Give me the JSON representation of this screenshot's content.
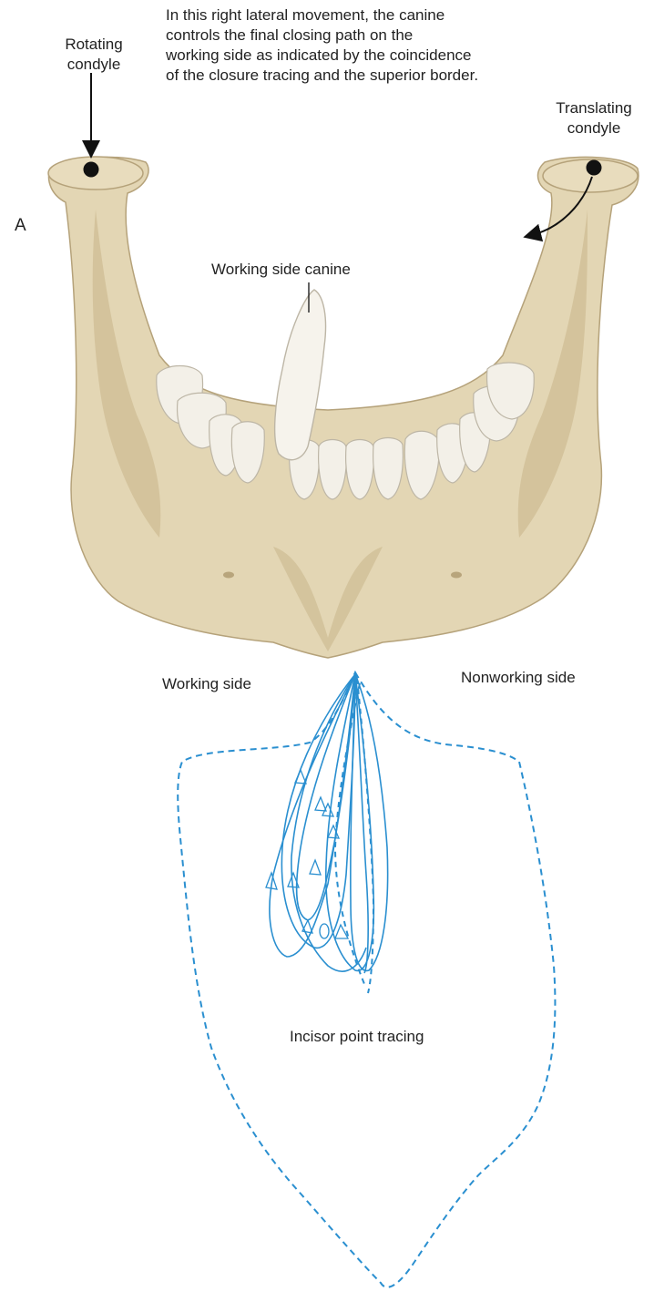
{
  "caption": [
    "In this right lateral movement, the canine",
    "controls the final closing path on the",
    "working side as indicated by the coincidence",
    "of the closure tracing and the superior border."
  ],
  "labels": {
    "panel": "A",
    "rotating_condyle": [
      "Rotating",
      "condyle"
    ],
    "translating_condyle": [
      "Translating",
      "condyle"
    ],
    "working_side_canine": "Working side canine",
    "working_side": "Working side",
    "nonworking_side": "Nonworking side",
    "incisor_point_tracing": "Incisor point tracing"
  },
  "colors": {
    "bone": "#e3d6b4",
    "bone_shadow": "#c9b78e",
    "tooth": "#f3f0e8",
    "tracing": "#2a8fd0",
    "text": "#222222"
  }
}
